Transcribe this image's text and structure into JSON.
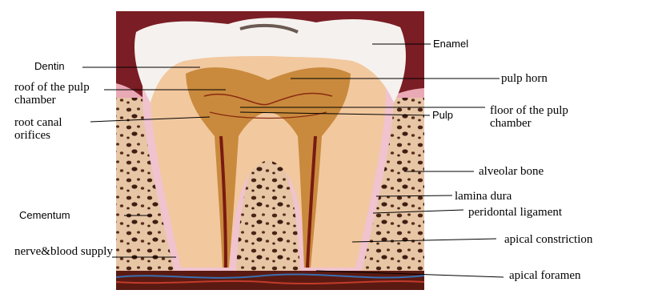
{
  "labels": {
    "enamel": "Enamel",
    "dentin": "Dentin",
    "roof_of_pulp_chamber": "roof of the pulp chamber",
    "root_canal_orifices": "root canal orifices",
    "cementum": "Cementum",
    "nerve_blood_supply": "nerve&blood supply",
    "pulp_horn": "pulp horn",
    "pulp": "Pulp",
    "floor_of_pulp_chamber": "floor of the pulp chamber",
    "alveolar_bone": "alveolar bone",
    "lamina_dura": "lamina dura",
    "periodontal_ligament": "peridontal ligament",
    "apical_constriction": "apical constriction",
    "apical_foramen": "apical foramen"
  }
}
